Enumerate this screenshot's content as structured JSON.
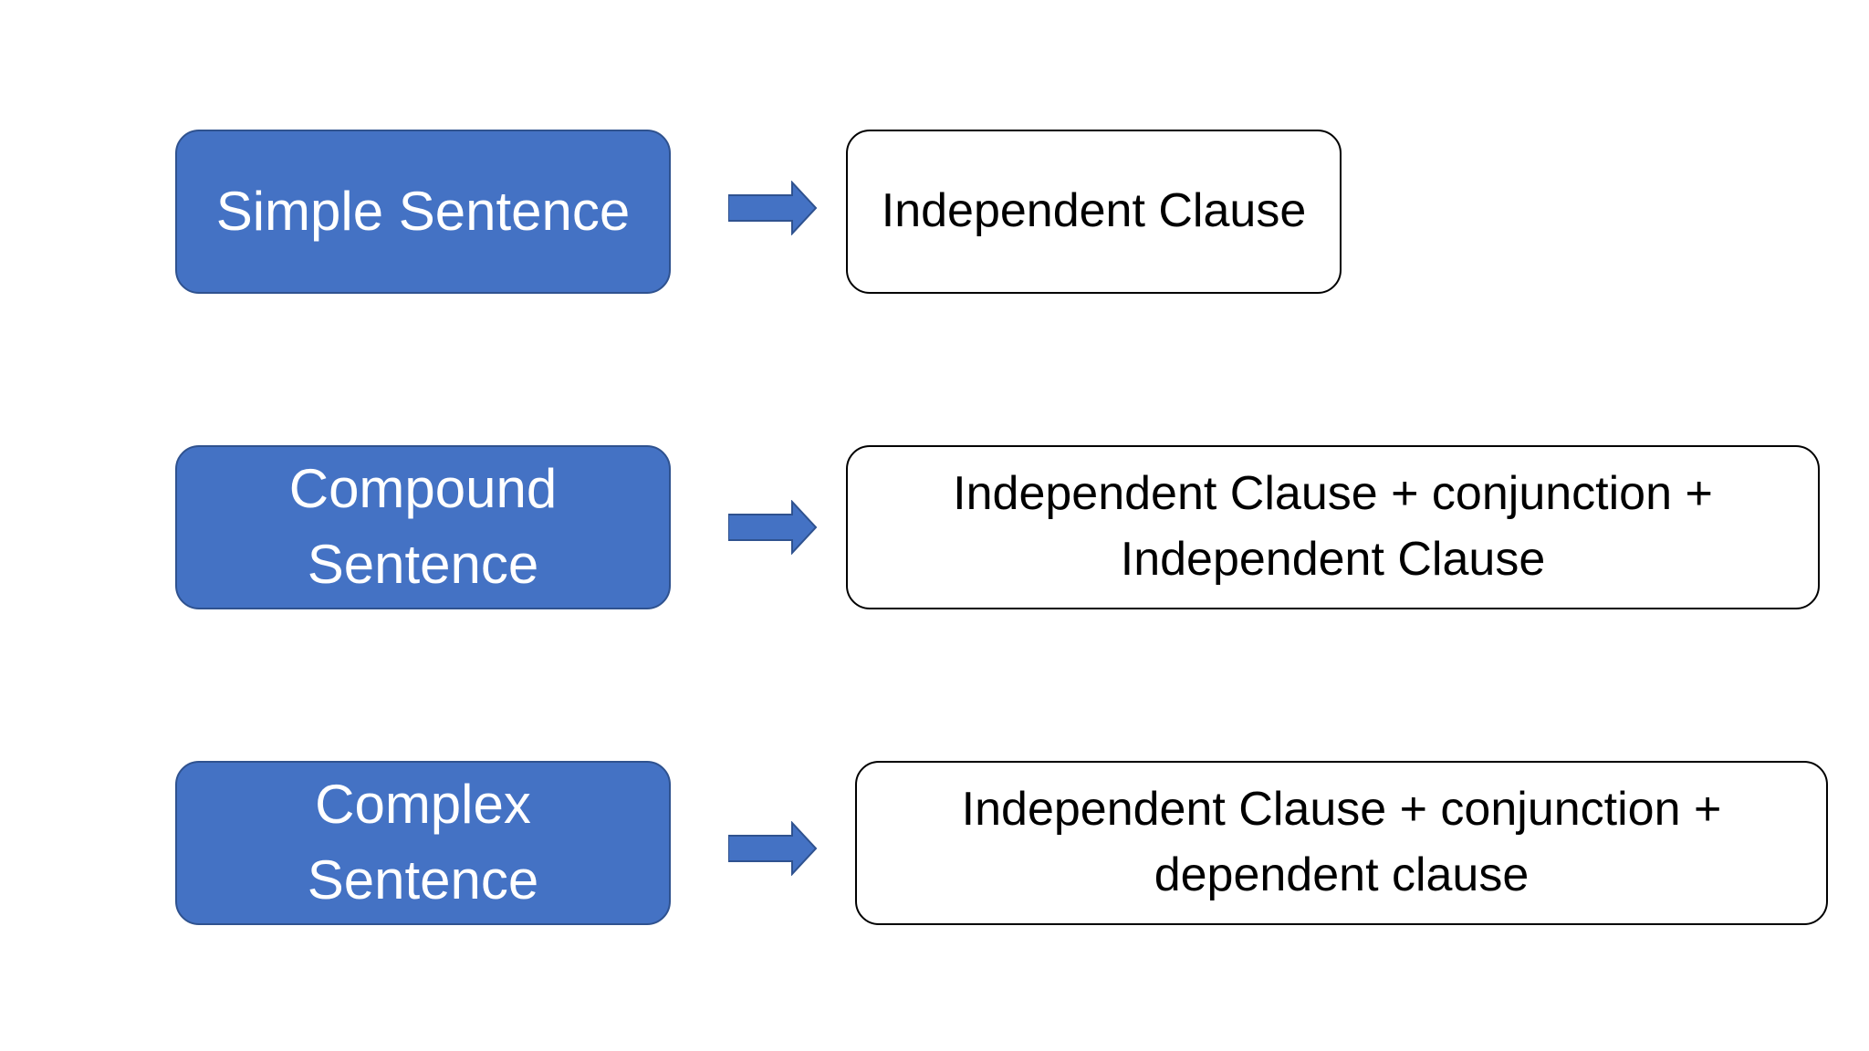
{
  "rows": [
    {
      "type": "Simple Sentence",
      "structure": "Independent Clause"
    },
    {
      "type": "Compound Sentence",
      "structure": "Independent Clause + conjunction + Independent Clause"
    },
    {
      "type": "Complex Sentence",
      "structure": "Independent Clause + conjunction + dependent clause"
    }
  ],
  "colors": {
    "box_fill": "#4472c4",
    "box_border": "#2f528f",
    "arrow_fill": "#4472c4"
  },
  "icons": {
    "connector": "arrow-right-icon"
  }
}
